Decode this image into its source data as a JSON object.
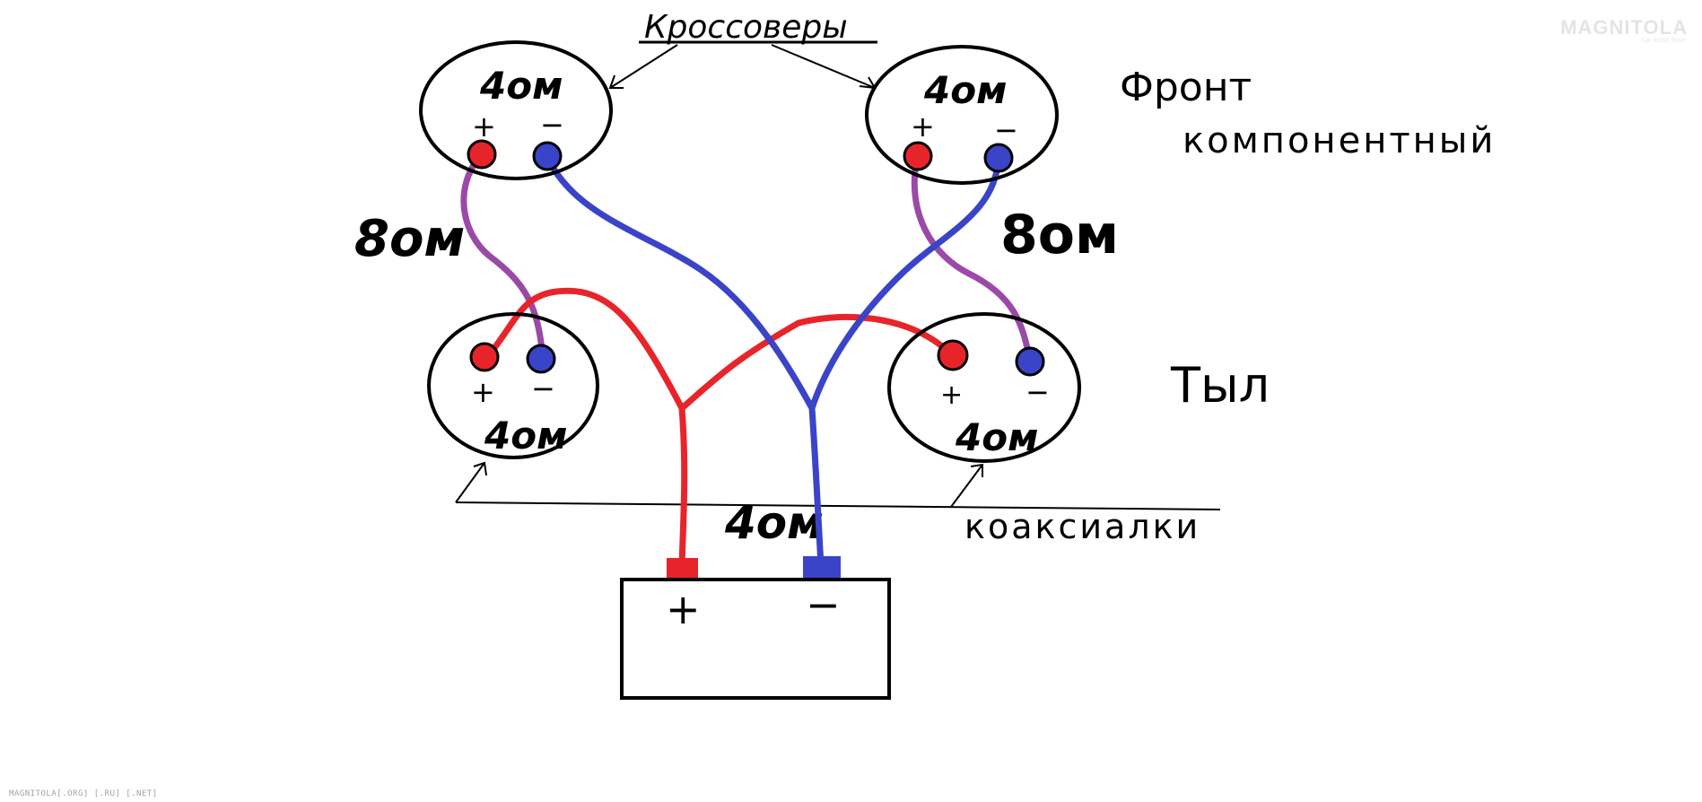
{
  "labels": {
    "crossovers": "Кроссоверы",
    "front": "Фронт",
    "component": "компонентный",
    "rear": "Тыл",
    "coaxial": "коаксиалки",
    "left_front_impedance": "8ом",
    "right_front_impedance": "8ом",
    "total_impedance": "4ом"
  },
  "speakers": [
    {
      "id": "front-left",
      "impedance": "4ом",
      "plus": "+",
      "minus": "−"
    },
    {
      "id": "front-right",
      "impedance": "4ом",
      "plus": "+",
      "minus": "−"
    },
    {
      "id": "rear-left",
      "impedance": "4ом",
      "plus": "+",
      "minus": "−"
    },
    {
      "id": "rear-right",
      "impedance": "4ом",
      "plus": "+",
      "minus": "−"
    }
  ],
  "amplifier": {
    "plus": "+",
    "minus": "−"
  },
  "colors": {
    "positive": "#e8242b",
    "negative": "#3a44c8",
    "bridge": "#9a4aa6",
    "outline": "#000000"
  },
  "watermarks": {
    "top_right": "MAGNITOLA",
    "top_right_sub": "Car Audio Team",
    "bottom_left": "MAGNITOLA[.ORG] [.RU] [.NET]"
  }
}
